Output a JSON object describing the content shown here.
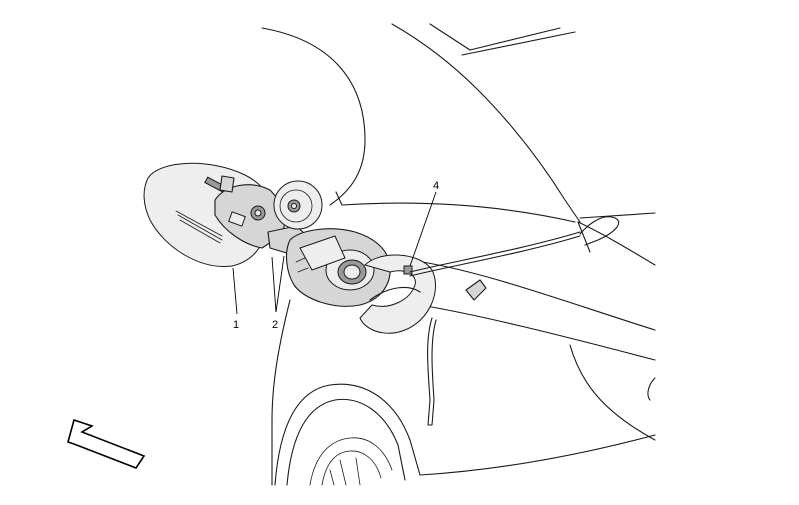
{
  "callouts": {
    "c1": "1",
    "c2": "2",
    "c4": "4"
  },
  "colors": {
    "line": "#1a1a1a",
    "part_fill": "#d6d6d6",
    "background": "#ffffff"
  }
}
